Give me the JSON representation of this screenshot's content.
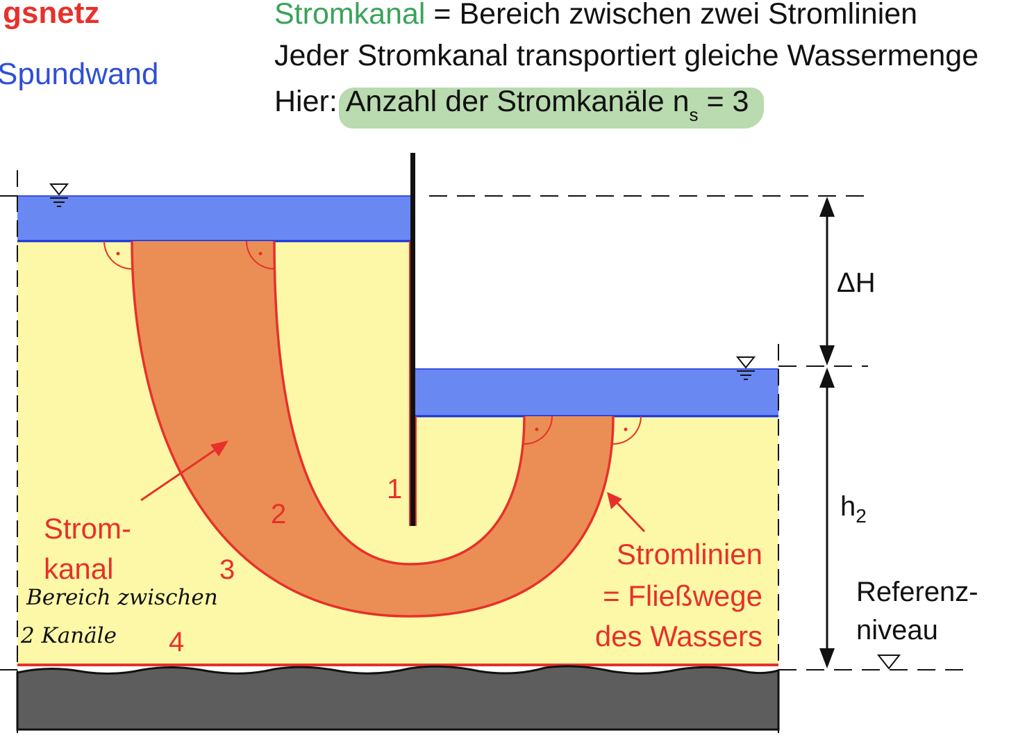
{
  "header": {
    "title_fragment": "gsnetz",
    "legend_spundwand": "Spundwand",
    "line1_term": "Stromkanal",
    "line1_rest": " = Bereich zwischen zwei Stromlinien",
    "line2": "Jeder Stromkanal transportiert gleiche Wassermenge",
    "line3_prefix": "Hier: ",
    "line3_highlight": "Anzahl der Stromkanäle n",
    "line3_sub": "s",
    "line3_tail": " = 3"
  },
  "diagram": {
    "dim_delta_h": "ΔH",
    "dim_h2_main": "h",
    "dim_h2_sub": "2",
    "reference_line1": "Referenz-",
    "reference_line2": "niveau",
    "label_strom": "Strom-",
    "label_kanal": "kanal",
    "label_stromlinien": "Stromlinien",
    "label_fliesswege": "= Fließwege",
    "label_des_wassers": "des Wassers",
    "num_1": "1",
    "num_2": "2",
    "num_3": "3",
    "num_4": "4",
    "handwritten_line1": "Bereich zwischen",
    "handwritten_line2": "2 Kanäle",
    "colors": {
      "water": "#6a88f2",
      "water_line": "#1530d8",
      "soil": "#fcf8a8",
      "bedrock": "#5d5d5d",
      "channel_fill": "#ea8e55",
      "streamline": "#e8302a",
      "sheet_pile": "#111111",
      "highlight": "#8cc27a"
    }
  }
}
